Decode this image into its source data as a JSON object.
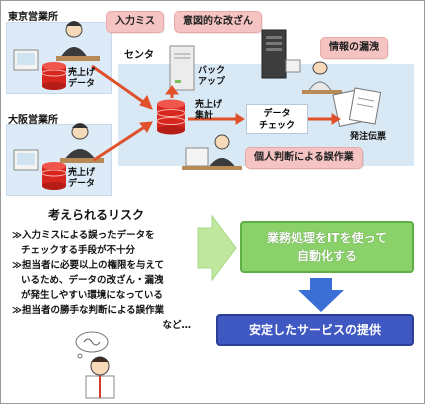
{
  "offices": {
    "tokyo": "東京営業所",
    "osaka": "大阪営業所"
  },
  "db_labels": {
    "tokyo_sales": "売上げ\nデータ",
    "osaka_sales": "売上げ\nデータ",
    "center_total": "売上げ\n集計"
  },
  "center": {
    "label": "センタ",
    "backup": "バック\nアップ",
    "data_check": "データ\nチェック",
    "invoice": "発注伝票"
  },
  "problems": {
    "input_error": "入力ミス",
    "tampering": "意図的な改ざん",
    "leak": "情報の漏洩",
    "personal_judgment": "個人判断による誤作業"
  },
  "risks": {
    "title": "考えられるリスク",
    "items": [
      {
        "lines": [
          "入力ミスによる誤ったデータを",
          "チェックする手段が不十分"
        ]
      },
      {
        "lines": [
          "担当者に必要以上の権限を与えて",
          "いるため、データの改ざん・漏洩",
          "が発生しやすい環境になっている"
        ]
      },
      {
        "lines": [
          "担当者の勝手な判断による誤作業",
          "など…"
        ]
      }
    ],
    "bullet": "≫"
  },
  "solution": {
    "automation": "業務処理をITを使って\n自動化する",
    "result": "安定したサービスの提供"
  },
  "colors": {
    "arrow_red": "#e0502a",
    "tag_pink": "#f6c3c3",
    "green": "#8bd16a",
    "blue": "#3f58c2",
    "big_arrow_blue": "#3b6fd6",
    "big_arrow_green": "#bfe79d"
  }
}
